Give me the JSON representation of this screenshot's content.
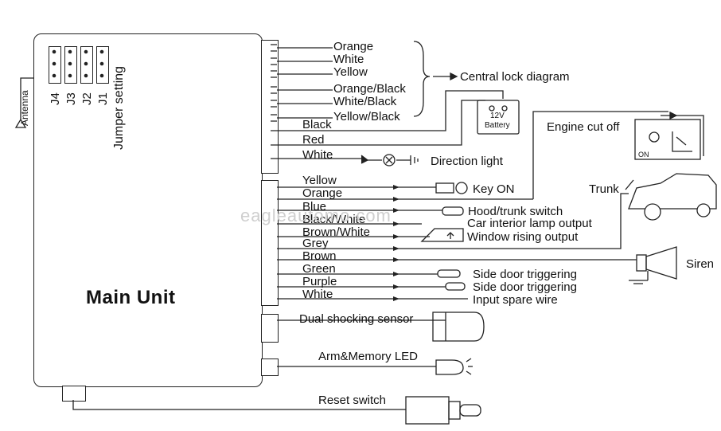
{
  "main_unit": {
    "label": "Main Unit"
  },
  "antenna": {
    "label": "Antenna"
  },
  "jumpers": {
    "labels": [
      "J4",
      "J3",
      "J2",
      "J1"
    ],
    "setting_label": "Jumper setting"
  },
  "central_lock": {
    "wires": [
      "Orange",
      "White",
      "Yellow",
      "Orange/Black",
      "White/Black",
      "Yellow/Black"
    ],
    "label": "Central lock diagram"
  },
  "power": {
    "wires": [
      "Black",
      "Red",
      "White"
    ],
    "battery_label_1": "12V",
    "battery_label_2": "Battery",
    "direction_light": "Direction light",
    "engine_cut_off": "Engine cut off",
    "on_label": "ON"
  },
  "harness": {
    "wires": [
      "Yellow",
      "Orange",
      "Blue",
      "Black/White",
      "Brown/White",
      "Grey",
      "Brown",
      "Green",
      "Purple",
      "White"
    ],
    "key_on": "Key ON",
    "hood_trunk": "Hood/trunk switch",
    "interior_lamp": "Car interior lamp output",
    "window_rising": "Window rising output",
    "trunk": "Trunk",
    "siren": "Siren",
    "side_door_1": "Side door triggering",
    "side_door_2": "Side door triggering",
    "spare_wire": "Input spare wire"
  },
  "sensors": {
    "shock": "Dual shocking sensor",
    "led": "Arm&Memory LED",
    "reset": "Reset switch"
  },
  "watermark": "eagleautomo.com"
}
